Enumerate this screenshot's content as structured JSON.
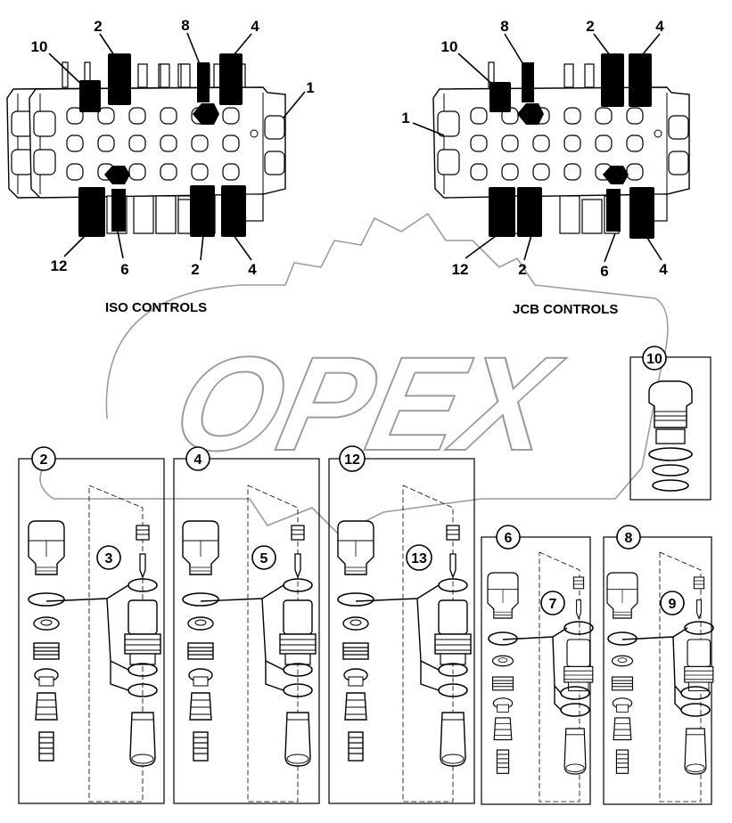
{
  "diagram": {
    "left_assembly": {
      "caption": "ISO CONTROLS",
      "top_labels": [
        "10",
        "2",
        "8",
        "4"
      ],
      "body_label": "1",
      "bottom_labels": [
        "12",
        "6",
        "2",
        "4"
      ]
    },
    "right_assembly": {
      "caption": "JCB CONTROLS",
      "top_labels": [
        "10",
        "8",
        "2",
        "4"
      ],
      "body_label": "1",
      "bottom_labels": [
        "12",
        "2",
        "6",
        "4"
      ]
    },
    "watermark": "OPEX",
    "detail_panels": [
      {
        "id": "panel-2",
        "label": "2",
        "seal_label": "3"
      },
      {
        "id": "panel-4",
        "label": "4",
        "seal_label": "5"
      },
      {
        "id": "panel-12",
        "label": "12",
        "seal_label": "13"
      },
      {
        "id": "panel-6",
        "label": "6",
        "seal_label": "7"
      },
      {
        "id": "panel-8",
        "label": "8",
        "seal_label": "9"
      },
      {
        "id": "panel-10",
        "label": "10"
      }
    ]
  }
}
